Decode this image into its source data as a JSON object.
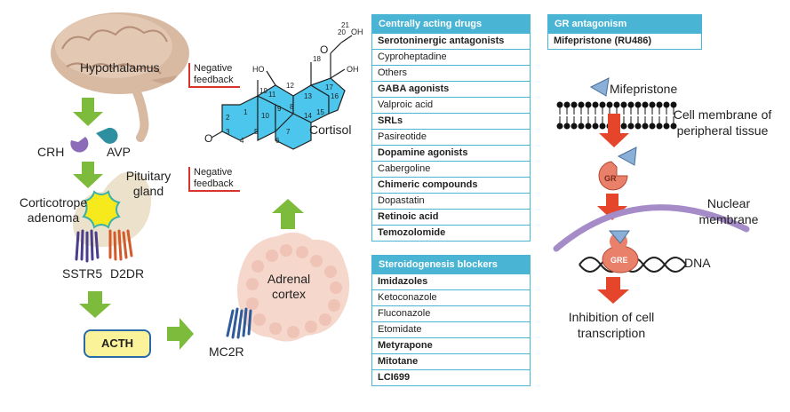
{
  "left": {
    "hypothalamus": "Hypothalamus",
    "crh": "CRH",
    "avp": "AVP",
    "pituitary_gland": "Pituitary gland",
    "corticotrope_adenoma": "Corticotrope adenoma",
    "sstr5": "SSTR5",
    "d2dr": "D2DR",
    "acth": "ACTH",
    "mc2r": "MC2R",
    "adrenal_cortex": "Adrenal cortex",
    "negative_feedback_top": "Negative feedback",
    "negative_feedback_bottom": "Negative feedback",
    "cortisol": "Cortisol",
    "steroid_numbers": [
      "1",
      "2",
      "3",
      "4",
      "5",
      "6",
      "7",
      "8",
      "9",
      "10",
      "11",
      "12",
      "13",
      "14",
      "15",
      "16",
      "17",
      "18",
      "19",
      "20",
      "21"
    ],
    "steroid_atoms": {
      "o_ketone": "O",
      "ho": "HO",
      "oh_17": "OH",
      "oh_21": "OH",
      "o_20": "O"
    }
  },
  "centrally_acting": {
    "title": "Centrally acting drugs",
    "rows": [
      {
        "text": "Serotoninergic antagonists",
        "bold": true
      },
      {
        "text": "Cyproheptadine",
        "bold": false
      },
      {
        "text": "Others",
        "bold": false
      },
      {
        "text": "GABA agonists",
        "bold": true
      },
      {
        "text": "Valproic acid",
        "bold": false
      },
      {
        "text": "SRLs",
        "bold": true
      },
      {
        "text": "Pasireotide",
        "bold": false
      },
      {
        "text": "Dopamine agonists",
        "bold": true
      },
      {
        "text": "Cabergoline",
        "bold": false
      },
      {
        "text": "Chimeric compounds",
        "bold": true
      },
      {
        "text": "Dopastatin",
        "bold": false
      },
      {
        "text": "Retinoic acid",
        "bold": true
      },
      {
        "text": "Temozolomide",
        "bold": true
      }
    ]
  },
  "steroidogenesis": {
    "title": "Steroidogenesis blockers",
    "rows": [
      {
        "text": "Imidazoles",
        "bold": true
      },
      {
        "text": "Ketoconazole",
        "bold": false
      },
      {
        "text": "Fluconazole",
        "bold": false
      },
      {
        "text": "Etomidate",
        "bold": false
      },
      {
        "text": "Metyrapone",
        "bold": true
      },
      {
        "text": "Mitotane",
        "bold": true
      },
      {
        "text": "LCI699",
        "bold": true
      }
    ]
  },
  "gr_antagonism": {
    "title": "GR antagonism",
    "rows": [
      {
        "text": "Mifepristone (RU486)",
        "bold": true
      }
    ],
    "mifepristone": "Mifepristone",
    "cell_membrane": "Cell membrane of peripheral tissue",
    "gr": "GR",
    "nuclear_membrane": "Nuclear membrane",
    "gre": "GRE",
    "dna": "DNA",
    "inhibition": "Inhibition of cell transcription"
  },
  "colors": {
    "panel_blue": "#49b4d3",
    "steroid_blue": "#4cc6ec",
    "arrow_green": "#7dbb3c",
    "arrow_red": "#e5462b",
    "feedback_red": "#d9342b",
    "acth_fill": "#fbf39a",
    "crh_purple": "#8c6bb8",
    "avp_teal": "#2e8fa0",
    "mifepristone_blue": "#8ab0d8",
    "gr_salmon": "#e9806a",
    "nuclear_purple": "#a58cc8"
  }
}
